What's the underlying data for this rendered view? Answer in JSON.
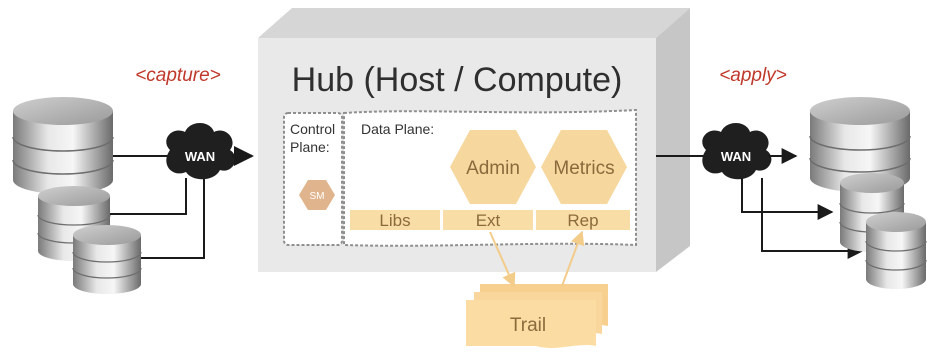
{
  "labels": {
    "capture": "<capture>",
    "apply": "<apply>",
    "hub_title": "Hub (Host / Compute)",
    "control_plane_line1": "Control",
    "control_plane_line2": "Plane:",
    "data_plane": "Data Plane:",
    "admin": "Admin",
    "metrics": "Metrics",
    "sm": "SM",
    "libs": "Libs",
    "ext": "Ext",
    "rep": "Rep",
    "trail": "Trail",
    "wan_left": "WAN",
    "wan_right": "WAN"
  },
  "colors": {
    "capture_apply_text": "#c0392b",
    "hex_fill": "#f6d79e",
    "bar_fill": "#f9dda6",
    "trail_fill": "#fbdca3",
    "cloud_fill": "#1f1f1f",
    "box_front": "#e7e7e7",
    "box_top": "#d9d9d9",
    "box_side": "#c9c9c9",
    "arrow": "#1a1a1a"
  }
}
